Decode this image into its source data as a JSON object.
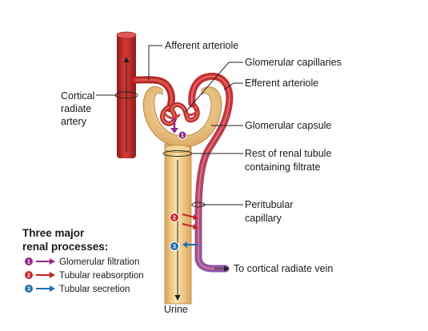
{
  "labels": {
    "afferent_arteriole": "Afferent arteriole",
    "glomerular_capillaries": "Glomerular capillaries",
    "efferent_arteriole": "Efferent arteriole",
    "cortical_radiate_artery_l1": "Cortical",
    "cortical_radiate_artery_l2": "radiate",
    "cortical_radiate_artery_l3": "artery",
    "glomerular_capsule": "Glomerular capsule",
    "rest_of_tubule_l1": "Rest of renal tubule",
    "rest_of_tubule_l2": "containing filtrate",
    "peritubular_l1": "Peritubular",
    "peritubular_l2": "capillary",
    "to_vein": "To cortical radiate vein",
    "urine": "Urine"
  },
  "legend": {
    "title_l1": "Three major",
    "title_l2": "renal processes:",
    "items": [
      {
        "number": "1",
        "label": "Glomerular filtration",
        "color": "#8e2a86"
      },
      {
        "number": "2",
        "label": "Tubular reabsorption",
        "color": "#c8222a"
      },
      {
        "number": "3",
        "label": "Tubular secretion",
        "color": "#1f6fae"
      }
    ]
  },
  "colors": {
    "artery": "#c7302f",
    "artery_dark": "#8e1c1c",
    "tubule": "#f0c883",
    "tubule_dark": "#c89449",
    "vein": "#9d5aa8",
    "filtration": "#8e2a86",
    "reabsorption": "#c8222a",
    "secretion": "#1f6fae"
  }
}
